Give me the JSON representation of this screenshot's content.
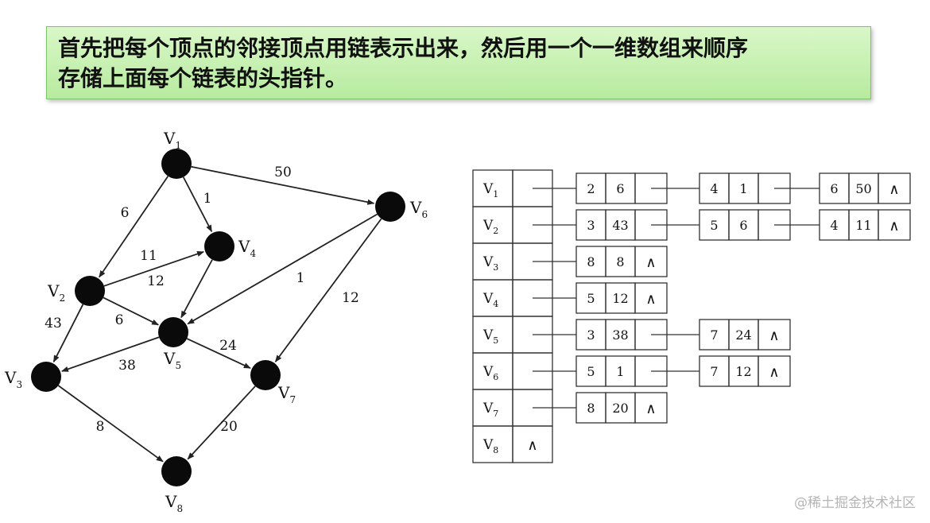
{
  "banner": {
    "line1": "首先把每个顶点的邻接顶点用链表示出来，然后用一个一维数组来顺序",
    "line2": "存储上面每个链表的头指针。"
  },
  "graph": {
    "nodes": [
      {
        "id": "v1",
        "label": "V",
        "sub": "1"
      },
      {
        "id": "v2",
        "label": "V",
        "sub": "2"
      },
      {
        "id": "v3",
        "label": "V",
        "sub": "3"
      },
      {
        "id": "v4",
        "label": "V",
        "sub": "4"
      },
      {
        "id": "v5",
        "label": "V",
        "sub": "5"
      },
      {
        "id": "v6",
        "label": "V",
        "sub": "6"
      },
      {
        "id": "v7",
        "label": "V",
        "sub": "7"
      },
      {
        "id": "v8",
        "label": "V",
        "sub": "8"
      }
    ],
    "edges": [
      {
        "from": "v1",
        "to": "v6",
        "weight": "50"
      },
      {
        "from": "v1",
        "to": "v2",
        "weight": "6"
      },
      {
        "from": "v1",
        "to": "v4",
        "weight": "1"
      },
      {
        "from": "v2",
        "to": "v4",
        "weight": "11"
      },
      {
        "from": "v2",
        "to": "v5",
        "weight": "6"
      },
      {
        "from": "v2",
        "to": "v3",
        "weight": "43"
      },
      {
        "from": "v4",
        "to": "v5",
        "weight": "12"
      },
      {
        "from": "v6",
        "to": "v5",
        "weight": "1"
      },
      {
        "from": "v6",
        "to": "v7",
        "weight": "12"
      },
      {
        "from": "v5",
        "to": "v3",
        "weight": "38"
      },
      {
        "from": "v5",
        "to": "v7",
        "weight": "24"
      },
      {
        "from": "v3",
        "to": "v8",
        "weight": "8"
      },
      {
        "from": "v7",
        "to": "v8",
        "weight": "20"
      }
    ]
  },
  "adjacency": {
    "null_symbol": "∧",
    "rows": [
      {
        "label": "V",
        "sub": "1",
        "nodes": [
          [
            "2",
            "6"
          ],
          [
            "4",
            "1"
          ],
          [
            "6",
            "50"
          ]
        ]
      },
      {
        "label": "V",
        "sub": "2",
        "nodes": [
          [
            "3",
            "43"
          ],
          [
            "5",
            "6"
          ],
          [
            "4",
            "11"
          ]
        ]
      },
      {
        "label": "V",
        "sub": "3",
        "nodes": [
          [
            "8",
            "8"
          ]
        ]
      },
      {
        "label": "V",
        "sub": "4",
        "nodes": [
          [
            "5",
            "12"
          ]
        ]
      },
      {
        "label": "V",
        "sub": "5",
        "nodes": [
          [
            "3",
            "38"
          ],
          [
            "7",
            "24"
          ]
        ]
      },
      {
        "label": "V",
        "sub": "6",
        "nodes": [
          [
            "5",
            "1"
          ],
          [
            "7",
            "12"
          ]
        ]
      },
      {
        "label": "V",
        "sub": "7",
        "nodes": [
          [
            "8",
            "20"
          ]
        ]
      },
      {
        "label": "V",
        "sub": "8",
        "nodes": []
      }
    ]
  },
  "watermark": "@稀土掘金技术社区"
}
